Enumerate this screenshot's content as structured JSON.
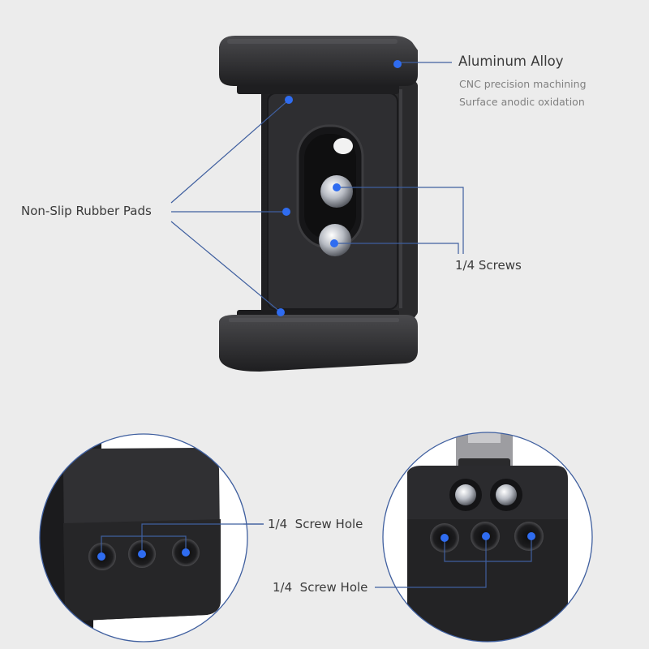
{
  "colors": {
    "background": "#ececec",
    "accent_dot": "#2f6cf0",
    "leader_line": "#3f5f9f",
    "body_dark": "#2b2b2d",
    "text_primary": "#3a3a3a",
    "text_secondary": "#808080"
  },
  "main_product": {
    "name": "phone-clamp-holder",
    "callouts": {
      "aluminum": {
        "title": "Aluminum Alloy",
        "lines": [
          "CNC precision machining",
          "Surface anodic oxidation"
        ]
      },
      "rubber_pads": {
        "title": "Non-Slip Rubber Pads"
      },
      "screws": {
        "title": "1/4 Screws"
      }
    }
  },
  "detail_left": {
    "callout": {
      "title": "1/4  Screw Hole"
    },
    "hole_count": 3
  },
  "detail_right": {
    "callout": {
      "title": "1/4  Screw Hole"
    },
    "hole_count": 3,
    "hex_screw_count": 2
  }
}
